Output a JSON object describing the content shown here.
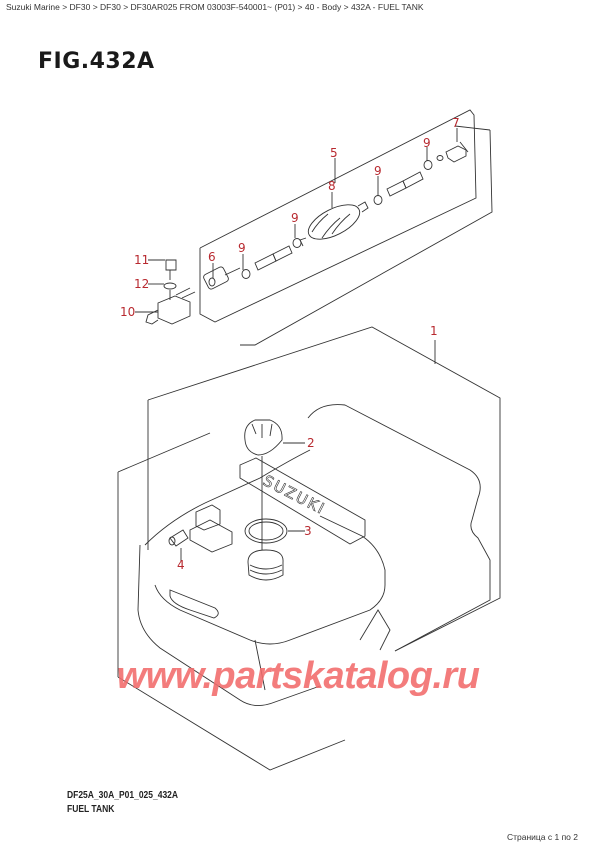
{
  "breadcrumb": {
    "items": [
      "Suzuki Marine",
      "DF30",
      "DF30",
      "DF30AR025 FROM 03003F-540001~ (P01)",
      "40 - Body",
      "432A - FUEL TANK"
    ],
    "separator": " > "
  },
  "figure": {
    "title": "FIG.432A",
    "code": "DF25A_30A_P01_025_432A",
    "name": "FUEL TANK"
  },
  "callouts": [
    {
      "id": "1",
      "label": "1"
    },
    {
      "id": "2",
      "label": "2"
    },
    {
      "id": "3",
      "label": "3"
    },
    {
      "id": "4",
      "label": "4"
    },
    {
      "id": "5",
      "label": "5"
    },
    {
      "id": "6",
      "label": "6"
    },
    {
      "id": "7",
      "label": "7"
    },
    {
      "id": "8",
      "label": "8"
    },
    {
      "id": "9a",
      "label": "9"
    },
    {
      "id": "9b",
      "label": "9"
    },
    {
      "id": "9c",
      "label": "9"
    },
    {
      "id": "9d",
      "label": "9"
    },
    {
      "id": "10",
      "label": "10"
    },
    {
      "id": "11",
      "label": "11"
    },
    {
      "id": "12",
      "label": "12"
    }
  ],
  "tank_brand": "SUZUKI",
  "watermark": "www.partskatalog.ru",
  "pager": "Страница с 1 по 2",
  "colors": {
    "callout": "#b8292f",
    "watermark": "#f26b6b",
    "line": "#333333"
  }
}
